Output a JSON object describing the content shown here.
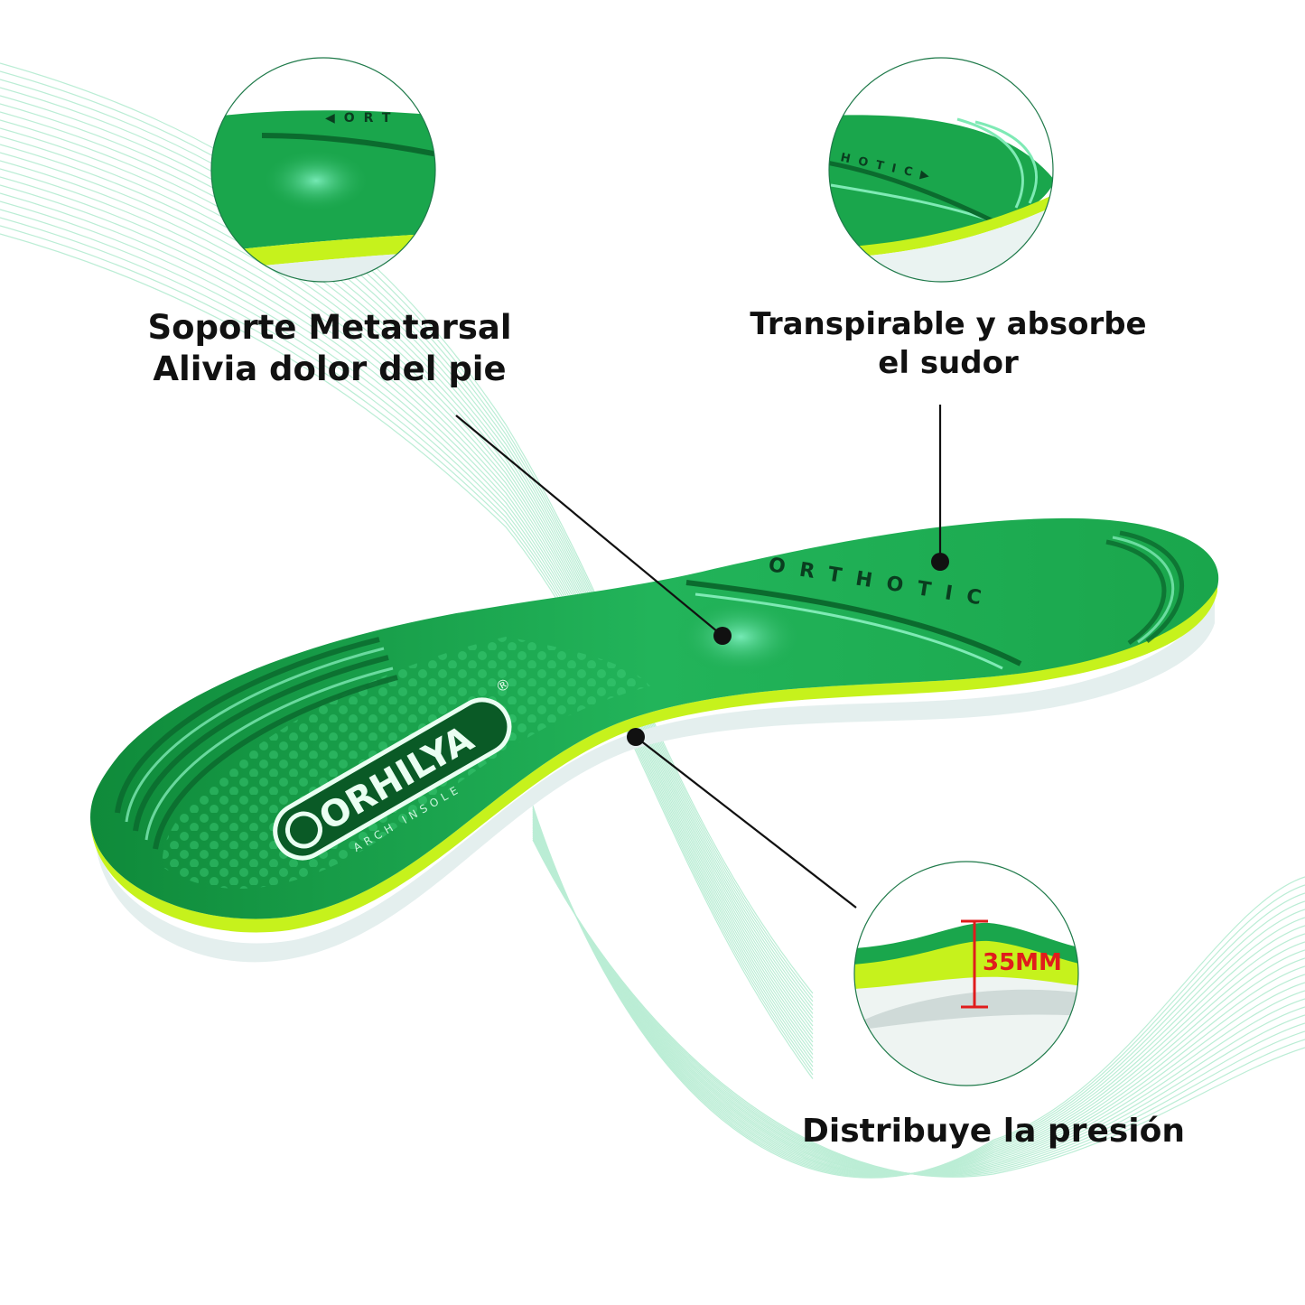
{
  "callouts": {
    "metatarsal": {
      "line1": "Soporte Metatarsal",
      "line2": "Alivia dolor del pie"
    },
    "breathable": {
      "line1": "Transpirable y absorbe",
      "line2": "el sudor"
    },
    "pressure": {
      "line1": "Distribuye la presión"
    }
  },
  "insole": {
    "brand": "ORHILYA",
    "brand_mark": "®",
    "subtitle": "ARCH INSOLE",
    "print": "ORTHOTIC",
    "height_badge": "35MM"
  },
  "colors": {
    "insole_green": "#1aa64c",
    "insole_dark": "#0b6b2e",
    "foam_lime": "#c6f21c",
    "base_white": "#e8f2f0",
    "accent_red": "#e01c1c",
    "wave_lines": "#8fe0b8"
  }
}
